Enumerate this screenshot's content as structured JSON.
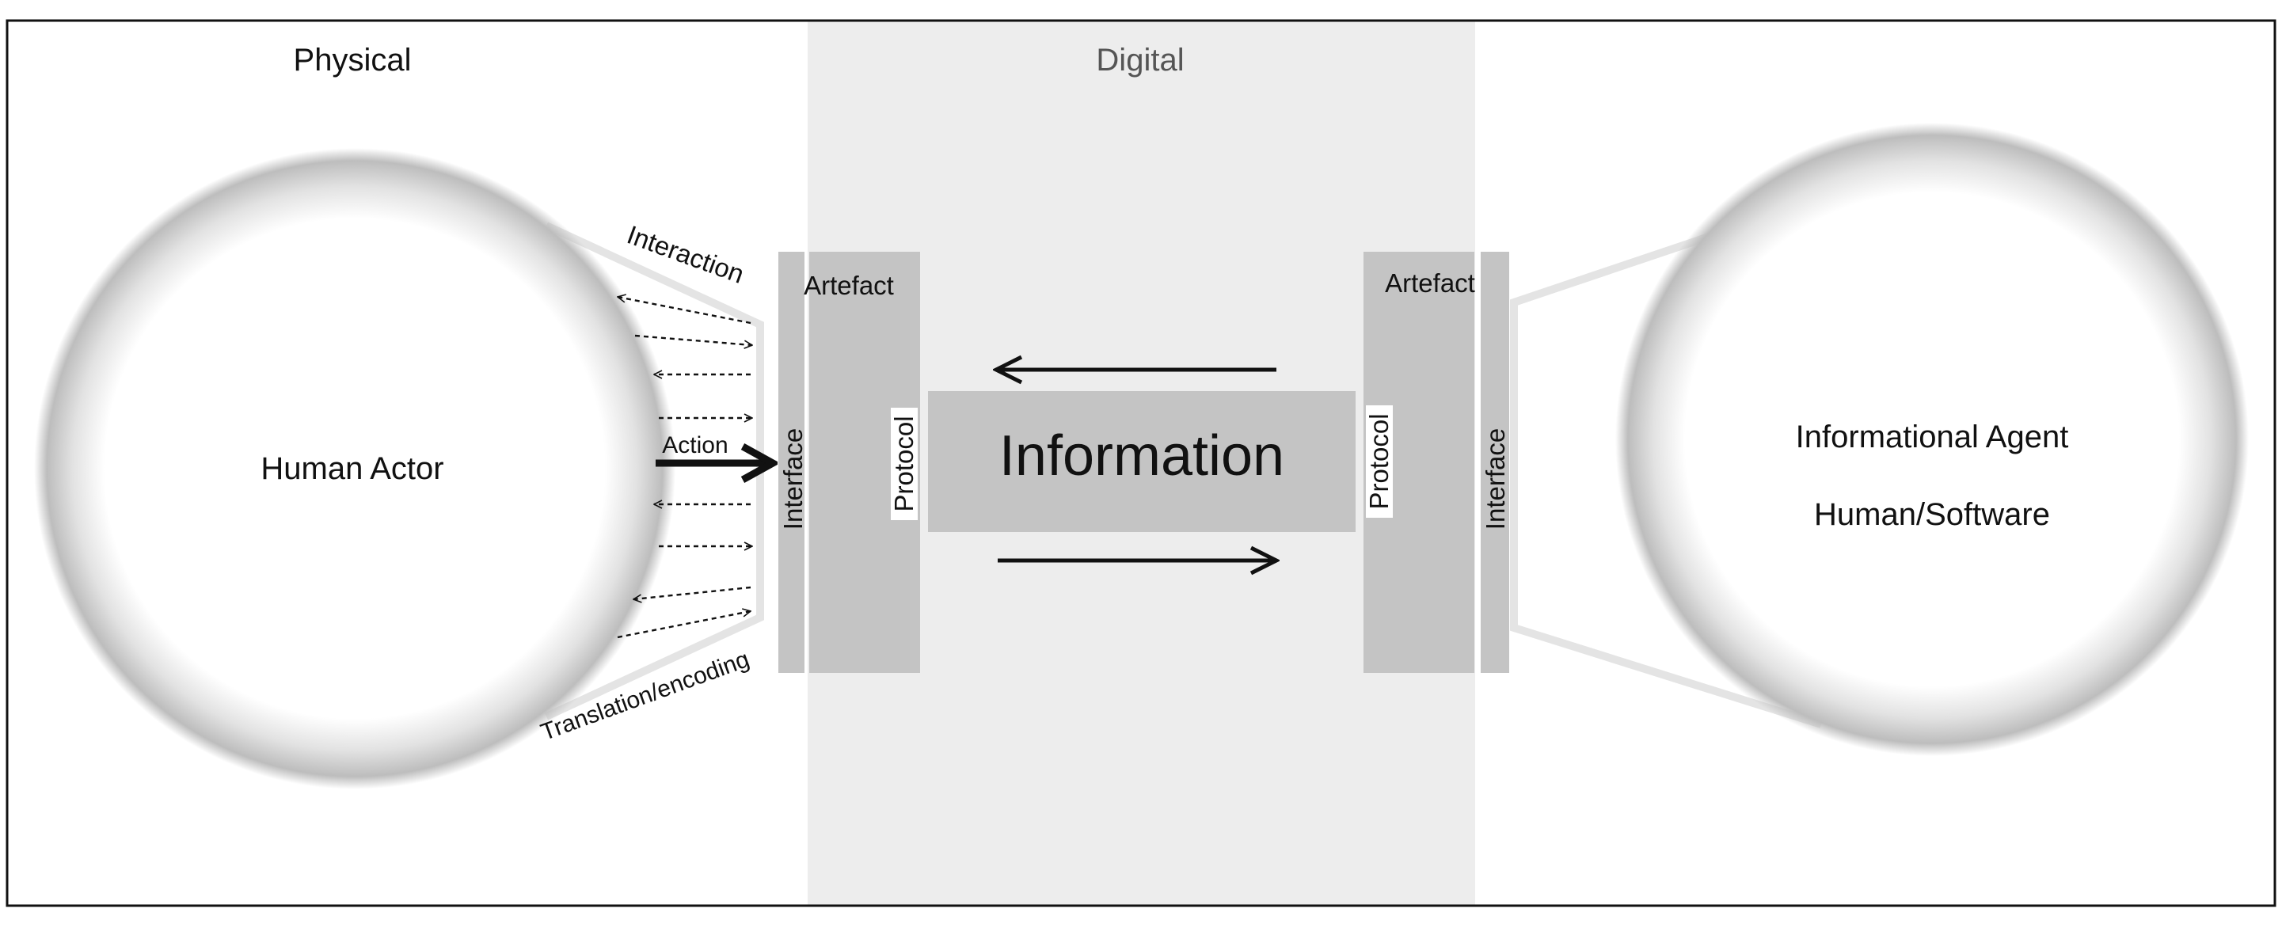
{
  "regions": {
    "physical": "Physical",
    "digital": "Digital"
  },
  "left_agent": {
    "label": "Human Actor"
  },
  "right_agent": {
    "line1": "Informational Agent",
    "line2": "Human/Software"
  },
  "labels": {
    "interaction": "Interaction",
    "action": "Action",
    "translation": "Translation/encoding",
    "information": "Information"
  },
  "left_stack": {
    "artefact": "Artefact",
    "interface": "Interface",
    "protocol": "Protocol"
  },
  "right_stack": {
    "artefact": "Artefact",
    "interface": "Interface",
    "protocol": "Protocol"
  },
  "colors": {
    "digital_band": "#ededed",
    "block_gray": "#c4c4c4",
    "frame": "#111111",
    "funnel": "#e4e4e4"
  }
}
